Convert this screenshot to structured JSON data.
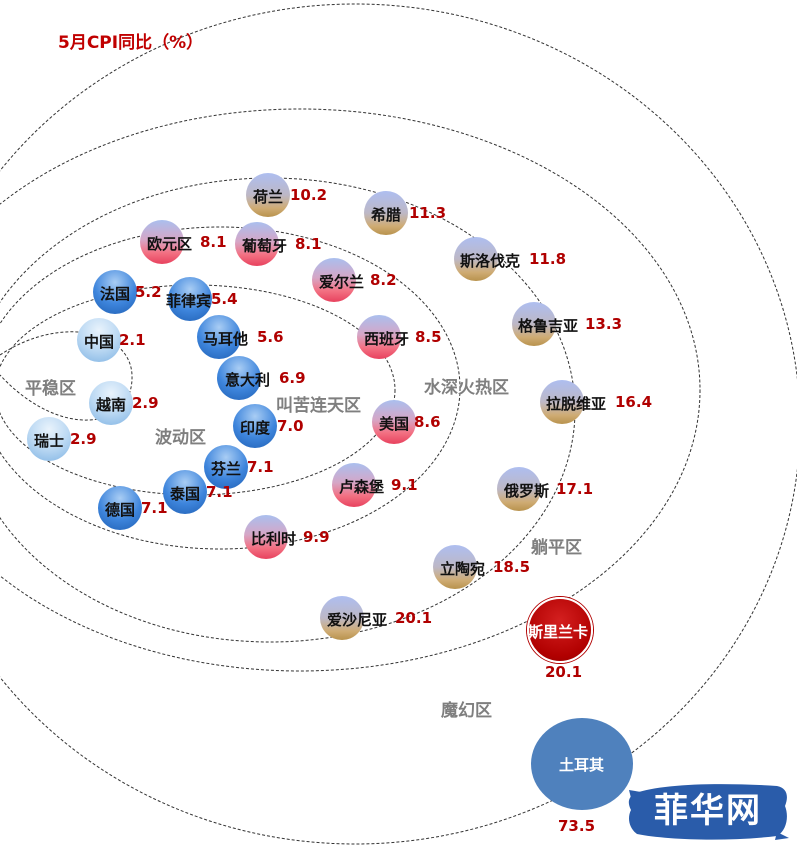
{
  "title": "5月CPI同比（%）",
  "colors": {
    "title": "#c00000",
    "value": "#b00000",
    "zone_label": "#7f7f7f",
    "sri_lanka": "#b10000",
    "turkey": "#4f81bd",
    "logo": "#2a5caa"
  },
  "zones": [
    {
      "name": "平稳区"
    },
    {
      "name": "波动区"
    },
    {
      "name": "叫苦连天区"
    },
    {
      "name": "水深火热区"
    },
    {
      "name": "躺平区"
    },
    {
      "name": "魔幻区"
    }
  ],
  "chart_data": {
    "type": "scatter",
    "title": "5月CPI同比（%）",
    "unit": "%",
    "groups": [
      {
        "zone": "平稳区",
        "items": [
          {
            "name": "中国",
            "value": 2.1
          },
          {
            "name": "越南",
            "value": 2.9
          },
          {
            "name": "瑞士",
            "value": 2.9
          }
        ]
      },
      {
        "zone": "波动区",
        "items": [
          {
            "name": "法国",
            "value": 5.2
          },
          {
            "name": "菲律宾",
            "value": 5.4
          },
          {
            "name": "马耳他",
            "value": 5.6
          },
          {
            "name": "意大利",
            "value": 6.9
          },
          {
            "name": "印度",
            "value": 7.0
          },
          {
            "name": "芬兰",
            "value": 7.1
          },
          {
            "name": "泰国",
            "value": 7.1
          },
          {
            "name": "德国",
            "value": 7.1
          }
        ]
      },
      {
        "zone": "叫苦连天区",
        "items": [
          {
            "name": "欧元区",
            "value": 8.1
          },
          {
            "name": "葡萄牙",
            "value": 8.1
          },
          {
            "name": "爱尔兰",
            "value": 8.2
          },
          {
            "name": "西班牙",
            "value": 8.5
          },
          {
            "name": "美国",
            "value": 8.6
          },
          {
            "name": "卢森堡",
            "value": 9.1
          },
          {
            "name": "比利时",
            "value": 9.9
          }
        ]
      },
      {
        "zone": "水深火热区",
        "items": [
          {
            "name": "荷兰",
            "value": 10.2
          },
          {
            "name": "希腊",
            "value": 11.3
          },
          {
            "name": "斯洛伐克",
            "value": 11.8
          },
          {
            "name": "格鲁吉亚",
            "value": 13.3
          },
          {
            "name": "拉脱维亚",
            "value": 16.4
          },
          {
            "name": "俄罗斯",
            "value": 17.1
          },
          {
            "name": "立陶宛",
            "value": 18.5
          },
          {
            "name": "爱沙尼亚",
            "value": 20.1
          }
        ]
      },
      {
        "zone": "躺平区",
        "items": [
          {
            "name": "斯里兰卡",
            "value": 20.1
          }
        ]
      },
      {
        "zone": "魔幻区",
        "items": [
          {
            "name": "土耳其",
            "value": 73.5
          }
        ]
      }
    ]
  },
  "logo": {
    "text": "菲华网"
  }
}
